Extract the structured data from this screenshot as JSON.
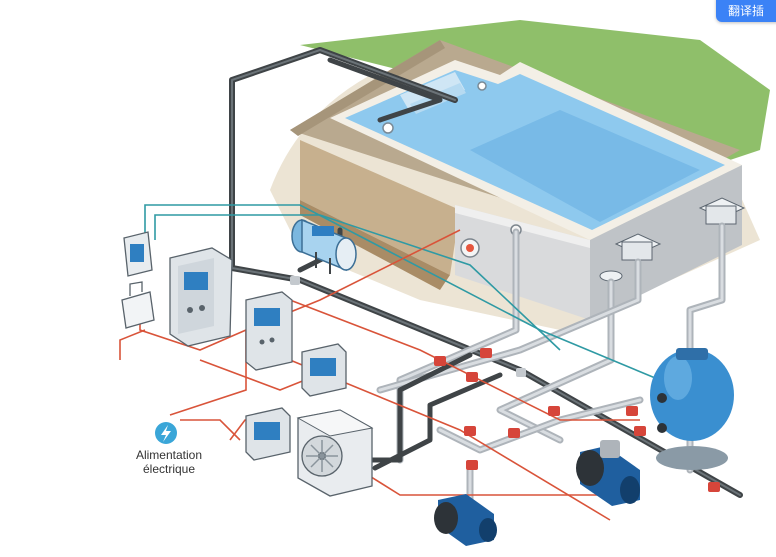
{
  "labels": {
    "power_supply_line1": "Alimentation",
    "power_supply_line2": "électrique"
  },
  "overlay": {
    "translate_button": "翻译插"
  },
  "colors": {
    "ground": "#ece4d4",
    "grass": "#8fbf6a",
    "deck": "#b9a98f",
    "pool_water": "#8ec9ee",
    "pool_water_deep": "#6fb3e4",
    "coping": "#f3efe6",
    "wall": "#d9dadc",
    "pipe": "#3f4447",
    "pipe_light": "#c8cdd2",
    "wire_orange": "#d9543a",
    "wire_teal": "#2f9aa4",
    "pump_blue": "#1f5f9f",
    "filter_blue": "#3a8fd0",
    "valve_red": "#d6453a",
    "accent": "#3b82f6"
  },
  "icons": [
    "pool-icon",
    "electrolyzer-icon",
    "control-panel-icon",
    "heat-pump-icon",
    "sand-filter-icon",
    "pump-icon",
    "lightning-icon",
    "valve-icon",
    "skimmer-icon"
  ]
}
